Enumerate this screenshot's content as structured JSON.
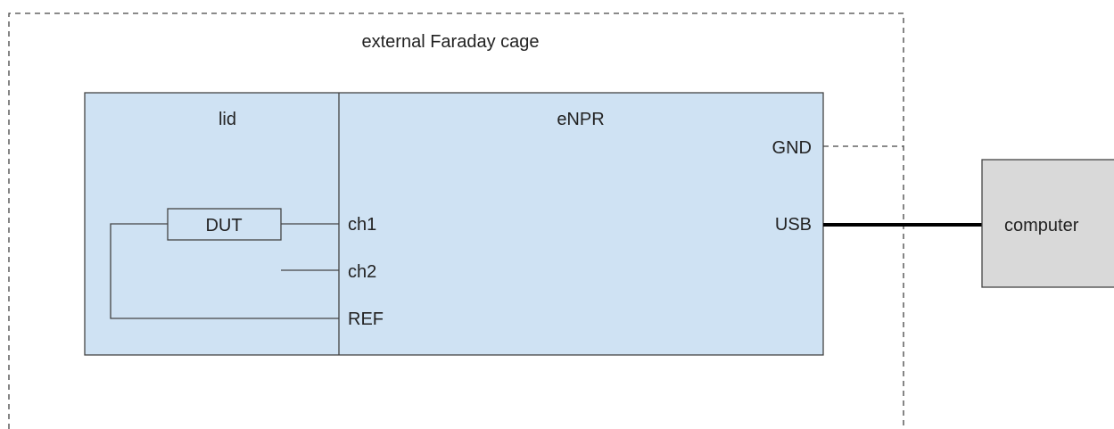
{
  "cage": {
    "label": "external Faraday cage"
  },
  "lid": {
    "label": "lid",
    "dut_label": "DUT"
  },
  "enpr": {
    "label": "eNPR",
    "ports_left": {
      "ch1": "ch1",
      "ch2": "ch2",
      "ref": "REF"
    },
    "ports_right": {
      "gnd": "GND",
      "usb": "USB"
    }
  },
  "computer": {
    "label": "computer"
  },
  "colors": {
    "panel_fill": "#cfe2f3",
    "computer_fill": "#d9d9d9",
    "stroke": "#444444"
  }
}
